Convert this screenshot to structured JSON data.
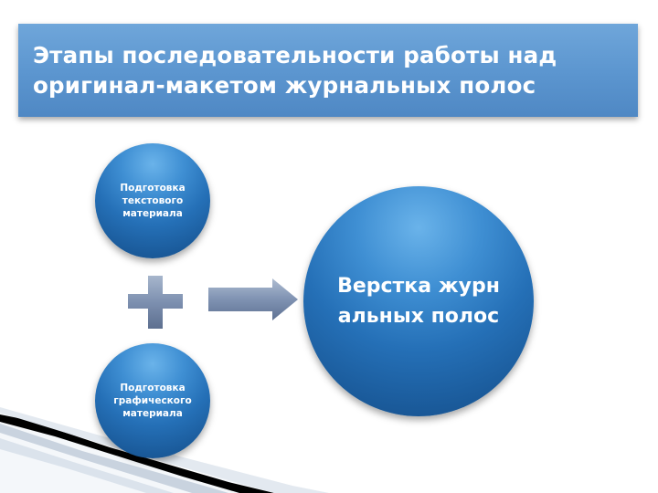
{
  "title": "Этапы последовательности работы над\nоригинал-макетом журнальных полос",
  "diagram": {
    "inputs": [
      {
        "label": "Подготовка текстового материала"
      },
      {
        "label": "Подготовка графического материала"
      }
    ],
    "operator": "plus-icon",
    "connector": "right-arrow-icon",
    "result": {
      "label": "Верстка журнальных полос"
    }
  },
  "colors": {
    "title_banner": "#5b95cf",
    "circle_fill": "#2570b7",
    "connector_fill": "#7b8fb0"
  }
}
